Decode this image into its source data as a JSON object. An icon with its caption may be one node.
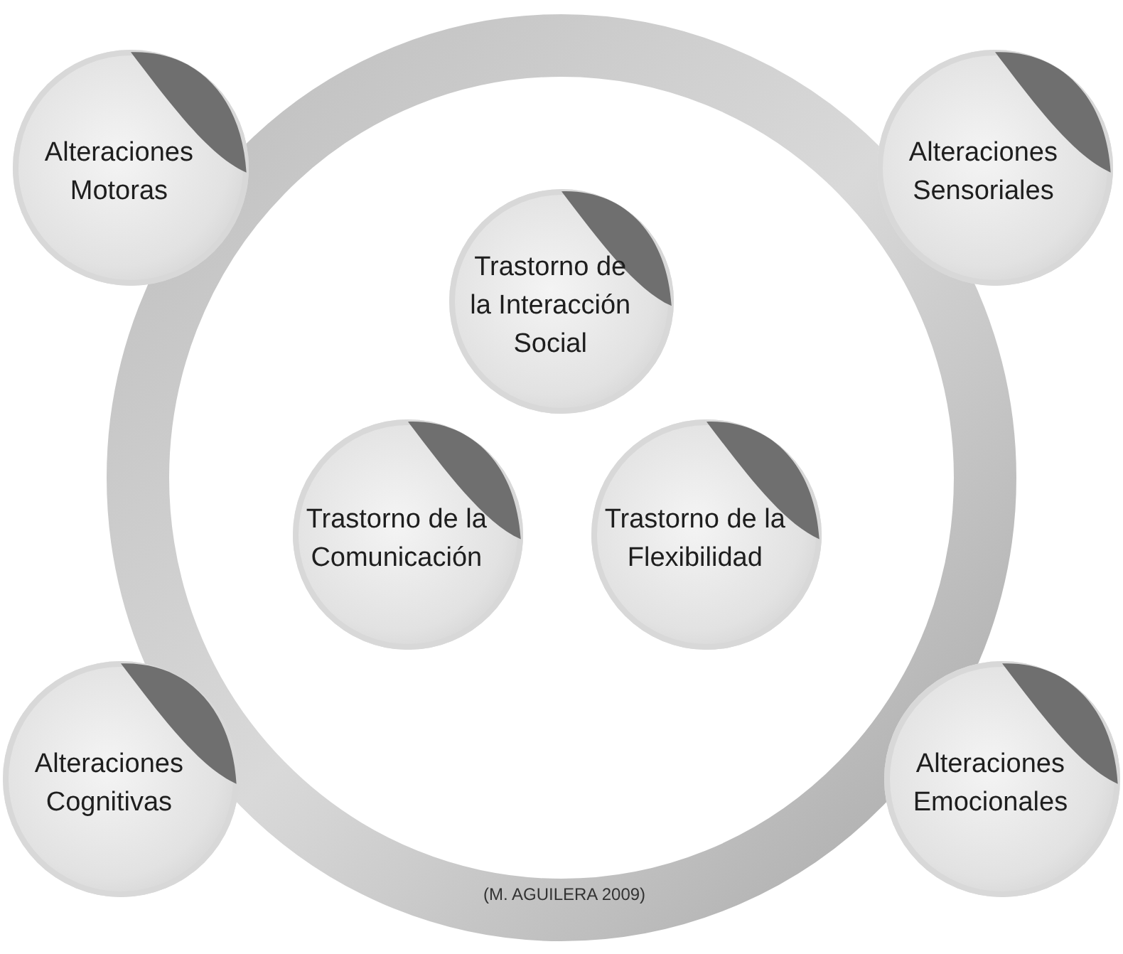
{
  "diagram": {
    "nodes": [
      {
        "text": [
          "Alteraciones Motoras"
        ]
      },
      {
        "text": [
          "Alteraciones Sensoriales"
        ]
      },
      {
        "text": [
          "Trastorno de la Interacción Social"
        ]
      },
      {
        "text": [
          "Trastorno de la Comunicación"
        ]
      },
      {
        "text": [
          "Trastorno de la Flexibilidad"
        ]
      },
      {
        "text": [
          "Alteraciones Cognitivas"
        ]
      },
      {
        "text": [
          "Alteraciones Emocionales"
        ]
      }
    ],
    "labels": [
      "(M. AGUILERA 2009)"
    ]
  }
}
